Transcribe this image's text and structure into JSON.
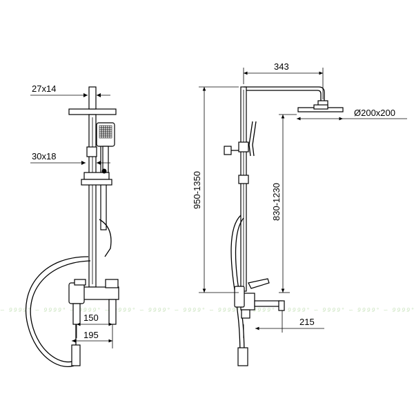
{
  "drawing": {
    "front_view": {
      "dim_top_pipe": "27x14",
      "dim_slider": "30x18",
      "dim_mixer_width": "150",
      "dim_outlet_span": "195"
    },
    "side_view": {
      "dim_arm_reach": "343",
      "dim_head_size": "Ø200x200",
      "dim_total_height": "950-1350",
      "dim_head_height": "830-1230",
      "dim_spout_reach": "215"
    }
  },
  "colors": {
    "line": "#000000",
    "watermark": "#cfe6c4"
  }
}
